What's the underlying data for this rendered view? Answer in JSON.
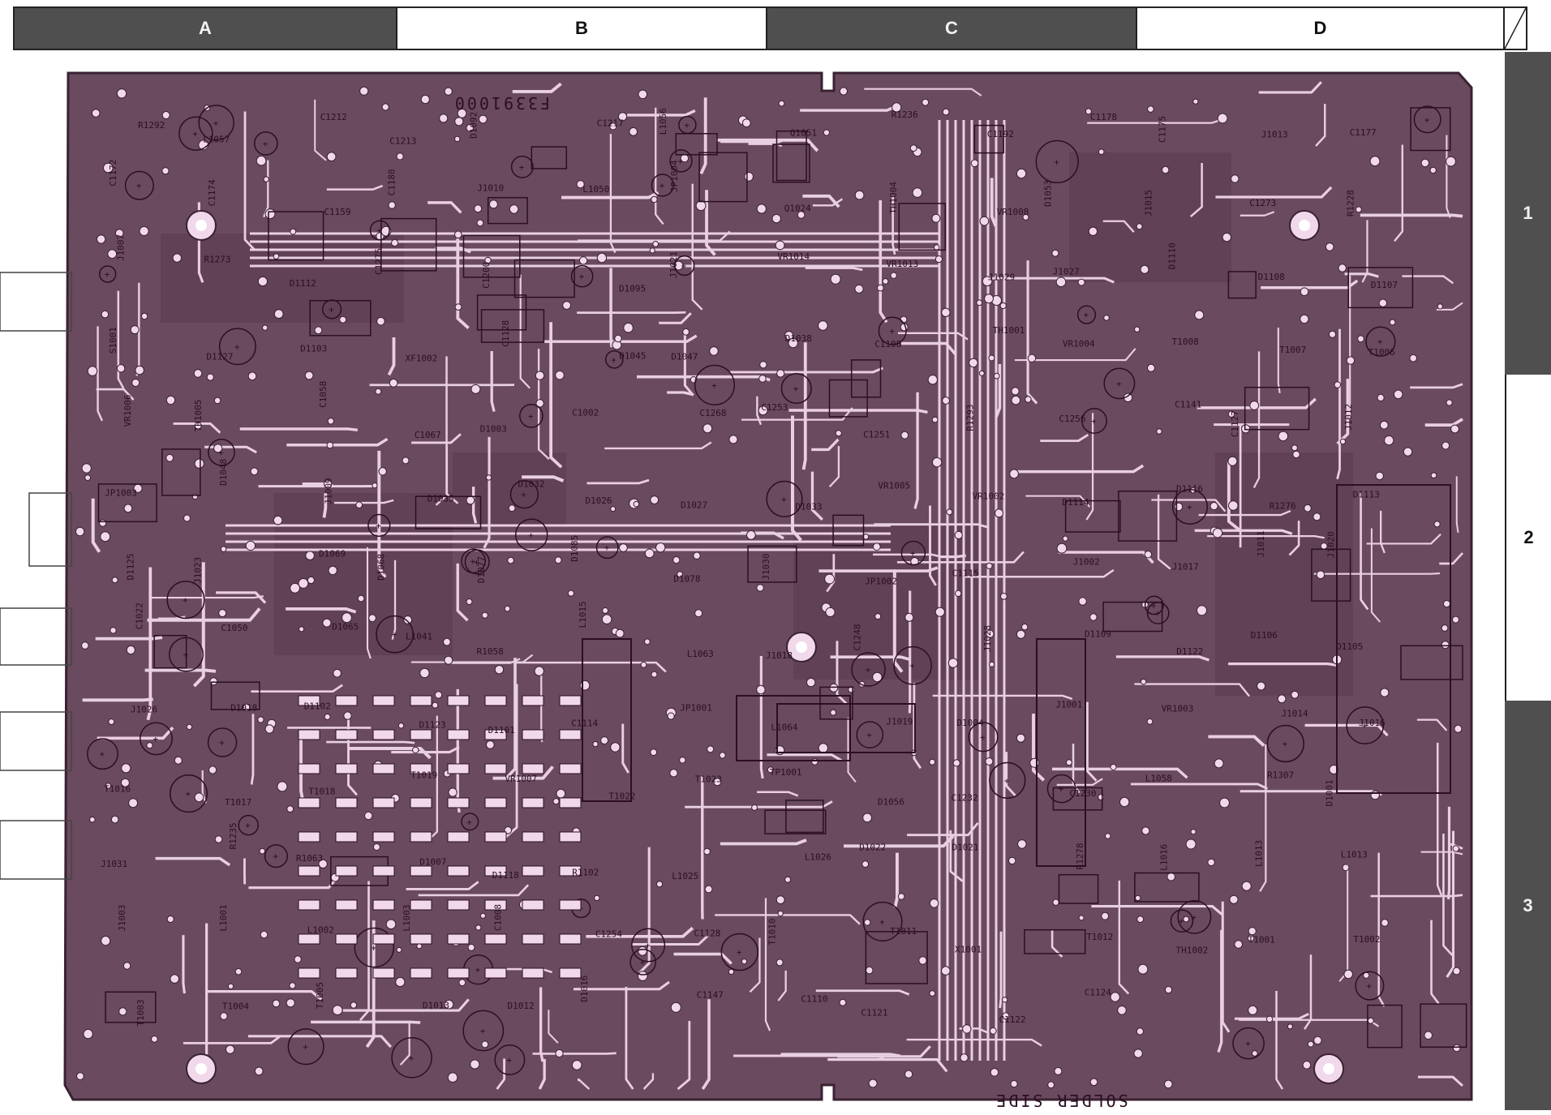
{
  "grid": {
    "columns": [
      "A",
      "B",
      "C",
      "D"
    ],
    "rows": [
      "1",
      "2",
      "3"
    ]
  },
  "board": {
    "part_number": "F3391000",
    "side_label": "SOLDER SIDE",
    "colors": {
      "board": "#6a4a5e",
      "copper": "#f1d8ea",
      "trace": "#e9cfe2",
      "ink": "#2b0f24"
    },
    "labels": [
      "R1292",
      "L1057",
      "C1212",
      "C1213",
      "D1092",
      "C1217",
      "L1056",
      "Q1051",
      "R1236",
      "C1192",
      "C1178",
      "C1175",
      "J1013",
      "C1177",
      "C1172",
      "C1174",
      "C1159",
      "C1180",
      "J1010",
      "L1050",
      "JP1004",
      "Q1024",
      "TH1004",
      "VR1008",
      "D1053",
      "J1015",
      "C1273",
      "R1228",
      "J1007",
      "R1273",
      "D1112",
      "C1275",
      "C1200",
      "D1095",
      "J1021",
      "VR1014",
      "VR1013",
      "J1029",
      "J1027",
      "D1110",
      "D1108",
      "D1107",
      "S1001",
      "D1127",
      "D1103",
      "XF1002",
      "C1128",
      "D1045",
      "D1047",
      "D1038",
      "C1108",
      "TH1001",
      "VR1004",
      "T1008",
      "T1007",
      "T1006",
      "VR1006",
      "TH1005",
      "C1058",
      "C1067",
      "D1003",
      "C1002",
      "C1268",
      "C1253",
      "C1251",
      "R1293",
      "C1256",
      "C1141",
      "C1127",
      "J1012",
      "JP1003",
      "D1048",
      "J1009",
      "D1035",
      "D1032",
      "D1026",
      "D1027",
      "D1033",
      "VR1005",
      "VR1002",
      "D1114",
      "D1116",
      "R1276",
      "D1113",
      "D1125",
      "J1023",
      "D1069",
      "D1068",
      "D1077",
      "D1085",
      "D1078",
      "J1030",
      "JP1002",
      "C1115",
      "J1002",
      "J1017",
      "J1011",
      "J1020",
      "C1022",
      "C1050",
      "D1065",
      "L1041",
      "R1058",
      "L1015",
      "L1063",
      "J1018",
      "C1248",
      "J1028",
      "D1109",
      "D1122",
      "D1106",
      "D1105",
      "J1026",
      "D1018",
      "D1102",
      "D1123",
      "D1101",
      "C1114",
      "JP1001",
      "L1064",
      "J1019",
      "D1004",
      "J1001",
      "VR1003",
      "J1014",
      "J1016",
      "T1016",
      "T1017",
      "T1018",
      "T1019",
      "VR1007",
      "T1022",
      "T1023",
      "TP1001",
      "D1056",
      "C1232",
      "C1230",
      "L1058",
      "R1307",
      "D1001",
      "J1031",
      "R1235",
      "R1063",
      "D1007",
      "D1118",
      "R1102",
      "L1025",
      "L1026",
      "D1022",
      "D1021",
      "R1278",
      "L1016",
      "L1013",
      "L1013",
      "J1003",
      "L1001",
      "L1002",
      "L1003",
      "C1008",
      "C1254",
      "C1128",
      "T1010",
      "T1011",
      "X1001",
      "T1012",
      "TH1002",
      "T1001",
      "T1002",
      "T1003",
      "T1004",
      "T1005",
      "D1013",
      "D1012",
      "D1016",
      "C1147",
      "C1110",
      "C1121",
      "C1122",
      "C1124"
    ]
  }
}
